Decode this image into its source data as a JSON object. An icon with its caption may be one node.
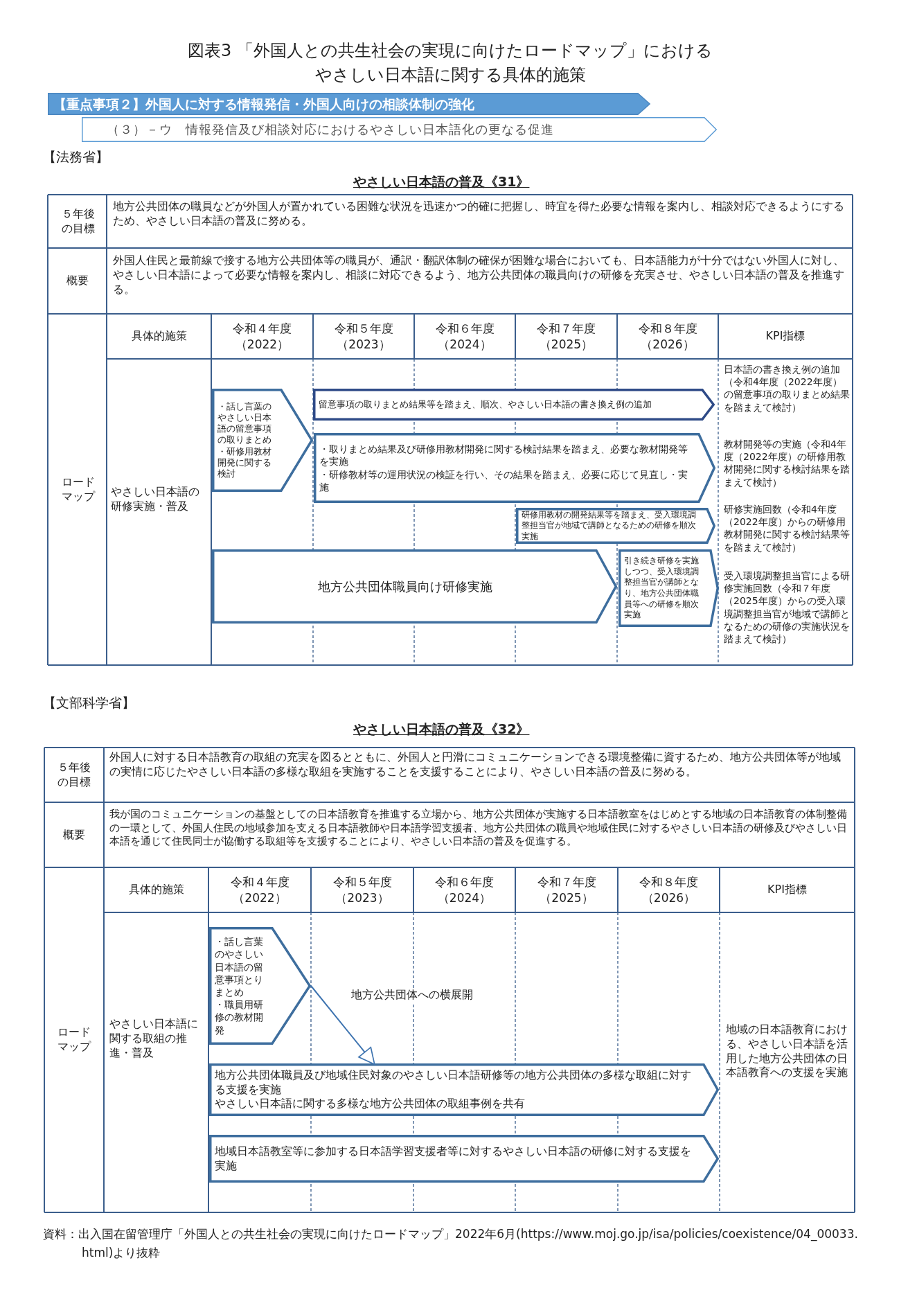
{
  "diagram": {
    "title": "図表3 「外国人との共生社会の実現に向けたロードマップ」におけるやさしい日本語に関する具体的施策",
    "caption": "資料：出入国在留管理庁「外国人との共生社会の実現に向けたロードマップ」2022年6月(https://www.moj.go.jp/isa/policies/coexistence/04_00033.html)より抜粋",
    "nodes": [
      {
        "text": [
          "【重点事項２】外国人に対する情報発信・外国人向けの相談体制の強化"
        ]
      },
      {
        "text": [
          "（３）－ウ　情報発信及び相談対応におけるやさしい日本語化の更なる促進"
        ]
      },
      {
        "text": [
          "・話し言葉のやさしい日本語の留意事項の取りまとめ",
          "・研修用教材開発に関する検討"
        ]
      },
      {
        "text": [
          "留意事項の取りまとめ結果等を踏まえ、順次、やさしい日本語の書き換え例の追加"
        ]
      },
      {
        "text": [
          "・取りまとめ結果及び研修用教材開発に関する検討結果を踏まえ、必要な教材開発等を実施",
          "・研修教材等の運用状況の検証を行い、その結果を踏まえ、必要に応じて見直し・実施"
        ]
      },
      {
        "text": [
          "研修用教材の開発結果等を踏まえ、受入環境調整担当官が地域で講師となるための研修を順次実施"
        ]
      },
      {
        "text": [
          "地方公共団体職員向け研修実施"
        ]
      },
      {
        "text": [
          "引き続き研修を実施しつつ、受入環境調整担当官が講師となり、地方公共団体職員等への研修を順次実施"
        ]
      },
      {
        "text": [
          "・話し言葉のやさしい日本語の留意事項とりまとめ",
          "・職員用研修の教材開発"
        ]
      },
      {
        "text": [
          "地方公共団体職員及び地域住民対象のやさしい日本語研修等の地方公共団体の多様な取組に対する支援を実施",
          "やさしい日本語に関する多様な地方公共団体の取組事例を共有"
        ]
      },
      {
        "text": [
          "地域日本語教室等に参加する日本語学習支援者等に対するやさしい日本語の研修に対する支援を実施"
        ]
      }
    ],
    "edges": [
      {
        "from": 8,
        "to": 9,
        "arrow": "to",
        "label": "地方公共団体への横展開"
      }
    ],
    "labels": [
      "【法務省】",
      "やさしい日本語の普及《31》",
      "５年後の目標",
      "地方公共団体の職員などが外国人が置かれている困難な状況を迅速かつ的確に把握し、時宜を得た必要な情報を案内し、相談対応できるようにするため、やさしい日本語の普及に努める。",
      "概要",
      "外国人住民と最前線で接する地方公共団体等の職員が、通訳・翻訳体制の確保が困難な場合においても、日本語能力が十分ではない外国人に対し、やさしい日本語によって必要な情報を案内し、相談に対応できるよう、地方公共団体の職員向けの研修を充実させ、やさしい日本語の普及を推進する。",
      "ロードマップ",
      "具体的施策",
      "令和４年度（2022）",
      "令和５年度（2023）",
      "令和６年度（2024）",
      "令和７年度（2025）",
      "令和８年度（2026）",
      "KPI指標",
      "やさしい日本語の研修実施・普及",
      "日本語の書き換え例の追加（令和4年度（2022年度）の留意事項の取りまとめ結果を踏まえて検討）",
      "教材開発等の実施（令和4年度（2022年度）の研修用教材開発に関する検討結果を踏まえて検討）",
      "研修実施回数（令和4年度（2022年度）からの研修用教材開発に関する検討結果等を踏まえて検討）",
      "受入環境調整担当官による研修実施回数（令和７年度（2025年度）からの受入環境調整担当官が地域で講師となるための研修の実施状況を踏まえて検討）",
      "【文部科学省】",
      "やさしい日本語の普及《32》",
      "５年後の目標",
      "外国人に対する日本語教育の取組の充実を図るとともに、外国人と円滑にコミュニケーションできる環境整備に資するため、地方公共団体等が地域の実情に応じたやさしい日本語の多様な取組を実施することを支援することにより、やさしい日本語の普及に努める。",
      "概要",
      "我が国のコミュニケーションの基盤としての日本語教育を推進する立場から、地方公共団体が実施する日本語教室をはじめとする地域の日本語教育の体制整備の一環として、外国人住民の地域参加を支える日本語教師や日本語学習支援者、地方公共団体の職員や地域住民に対するやさしい日本語の研修及びやさしい日本語を通じて住民同士が協働する取組等を支援することにより、やさしい日本語の普及を促進する。",
      "ロードマップ",
      "具体的施策",
      "令和４年度（2022）",
      "令和５年度（2023）",
      "令和６年度（2024）",
      "令和７年度（2025）",
      "令和８年度（2026）",
      "KPI指標",
      "やさしい日本語に関する取組の推進・普及",
      "地域の日本語教育における、やさしい日本語を活用した地方公共団体の日本語教育への支援を実施"
    ]
  }
}
